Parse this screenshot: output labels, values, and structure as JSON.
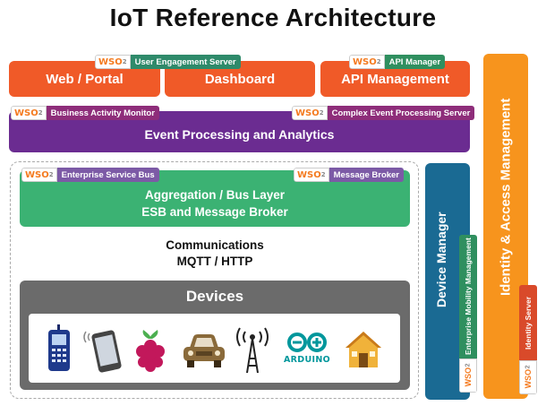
{
  "title": "IoT Reference Architecture",
  "top_row": {
    "web_portal": "Web / Portal",
    "dashboard": "Dashboard",
    "api_management": "API Management",
    "user_engagement_tag": "User Engagement Server",
    "api_manager_tag": "API Manager"
  },
  "event_layer": {
    "label": "Event Processing and Analytics",
    "bam_tag": "Business Activity Monitor",
    "cep_tag": "Complex Event Processing Server"
  },
  "aggregation": {
    "line1": "Aggregation / Bus Layer",
    "line2": "ESB and Message Broker",
    "esb_tag": "Enterprise Service Bus",
    "mb_tag": "Message Broker"
  },
  "communications": {
    "line1": "Communications",
    "line2": "MQTT / HTTP"
  },
  "devices": {
    "label": "Devices",
    "arduino_label": "ARDUINO",
    "icons": [
      "mobile-phone-icon",
      "smartphone-icon",
      "raspberry-pi-icon",
      "car-icon",
      "antenna-icon",
      "arduino-icon",
      "house-icon"
    ]
  },
  "device_manager": {
    "label": "Device Manager",
    "emm_tag": "Enterprise Mobility Management"
  },
  "identity": {
    "label": "Identity & Access Management",
    "is_tag": "Identity Server"
  },
  "wso2_logo": "WSO",
  "wso2_sub": "2",
  "colors": {
    "orange": "#f05a28",
    "purple": "#6b2c91",
    "green": "#3bb273",
    "gray": "#6b6b6b",
    "teal": "#1a6a93",
    "amber": "#f7941d"
  }
}
